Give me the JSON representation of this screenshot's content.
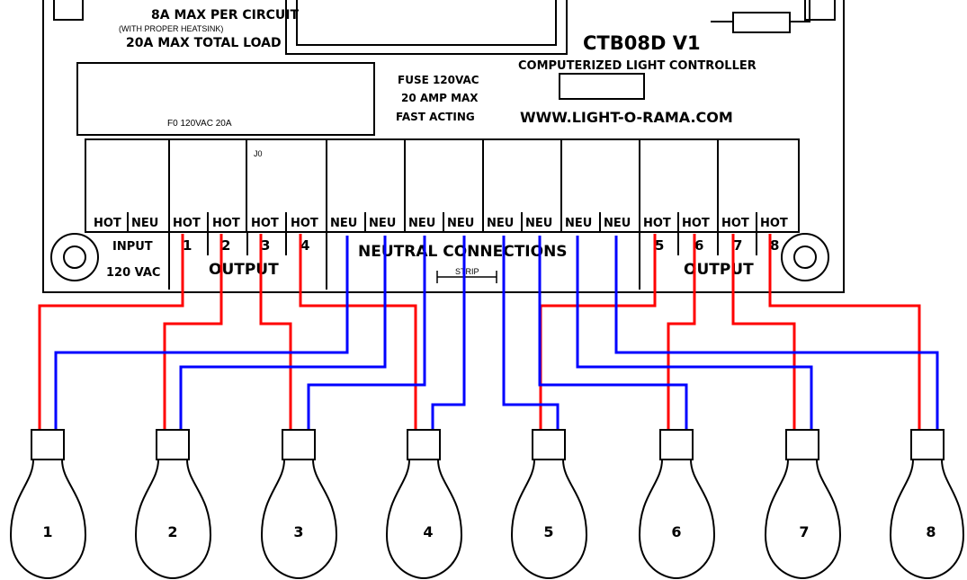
{
  "board": {
    "spec_line1": "8A MAX PER CIRCUIT",
    "spec_line2": "(WITH PROPER HEATSINK)",
    "spec_line3": "20A MAX TOTAL LOAD",
    "model": "CTB08D  V1",
    "subtitle": "COMPUTERIZED LIGHT CONTROLLER",
    "website": "WWW.LIGHT-O-RAMA.COM",
    "fuse_label": "F0 120VAC 20A",
    "fuse_line1": "FUSE 120VAC",
    "fuse_line2": "20 AMP MAX",
    "fuse_line3": "FAST ACTING",
    "connector_label": "J0",
    "input_label": "INPUT",
    "input_voltage": "120 VAC",
    "output_label_left": "OUTPUT",
    "output_label_right": "OUTPUT",
    "neutral_label": "NEUTRAL CONNECTIONS",
    "strip_label": "STRIP"
  },
  "terminals": [
    "HOT",
    "NEU",
    "HOT",
    "HOT",
    "HOT",
    "HOT",
    "NEU",
    "NEU",
    "NEU",
    "NEU",
    "NEU",
    "NEU",
    "NEU",
    "NEU",
    "HOT",
    "HOT",
    "HOT",
    "HOT"
  ],
  "channel_numbers": [
    "1",
    "2",
    "3",
    "4",
    "5",
    "6",
    "7",
    "8"
  ],
  "bulbs": [
    "1",
    "2",
    "3",
    "4",
    "5",
    "6",
    "7",
    "8"
  ],
  "colors": {
    "hot_wire": "#ff0000",
    "neutral_wire": "#0000ff",
    "outline": "#000000"
  }
}
